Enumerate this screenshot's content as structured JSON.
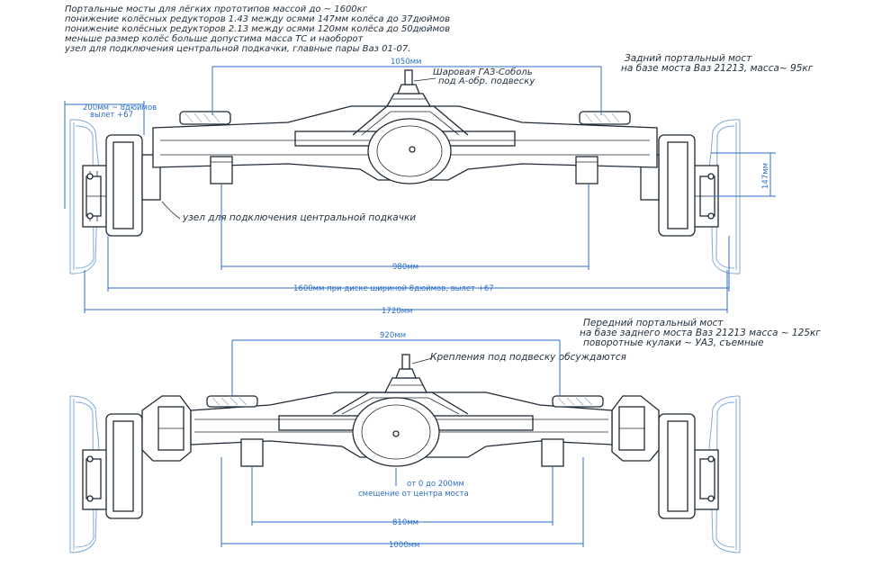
{
  "header_notes": [
    "Портальные мосты  для лёгких прототипов массой до ~ 1600кг",
    "понижение колёсных редукторов 1.43  между осями 147мм   колёса до 37дюймов",
    "понижение колёсных редукторов 2.13  между осями 120мм   колёса до 50дюймов",
    "меньше размер колёс  больше допустима масса ТС и наоборот",
    "узел для подключения центральной подкачки, главные пары Ваз 01-07."
  ],
  "rear_axle": {
    "title_line1": "Задний портальный мост",
    "title_line2": "на базе моста Ваз 21213,  масса~ 95кг",
    "ball_joint_label_line1": "Шаровая ГАЗ-Соболь",
    "ball_joint_label_line2": "под А-обр. подвеску",
    "inflation_label": "узел для подключения центральной подкачки",
    "dim_top": "1050мм",
    "dim_inner": "980мм",
    "dim_track": "1600мм при диске шириной 8дюймов, вылет +67",
    "dim_overall": "1720мм",
    "dim_wheel_line1": "200мм ~ 8дюймов",
    "dim_wheel_line2": "вылет +67",
    "dim_offset": "147мм"
  },
  "front_axle": {
    "title_line1": "Передний портальный мост",
    "title_line2": "на базе заднего моста Ваз 21213  масса ~ 125кг",
    "title_line3": "поворотные кулаки ~ УАЗ, съемные",
    "mount_label": "Крепления под подвеску обсуждаются",
    "offset_label_line1": "от 0 до 200мм",
    "offset_label_line2": "смещение от центра моста",
    "dim_top": "920мм",
    "dim_inner": "810мм",
    "dim_outer": "1000мм"
  }
}
